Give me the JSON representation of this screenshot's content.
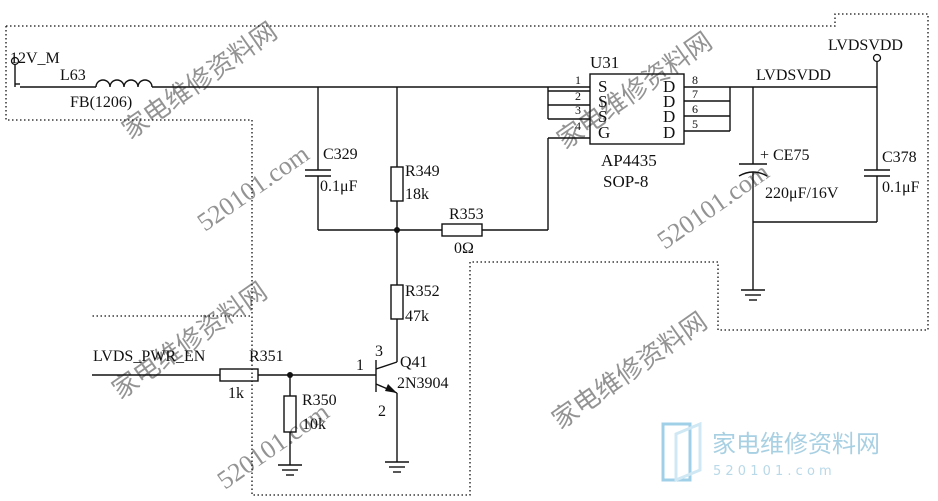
{
  "nets": {
    "input": "12V_M",
    "output_port": "LVDSVDD",
    "output_rail": "LVDSVDD",
    "enable": "LVDS_PWR_EN"
  },
  "components": {
    "L63": {
      "ref": "L63",
      "value": "FB(1206)"
    },
    "C329": {
      "ref": "C329",
      "value": "0.1μF"
    },
    "R349": {
      "ref": "R349",
      "value": "18k"
    },
    "R353": {
      "ref": "R353",
      "value": "0Ω"
    },
    "R352": {
      "ref": "R352",
      "value": "47k"
    },
    "R351": {
      "ref": "R351",
      "value": "1k"
    },
    "R350": {
      "ref": "R350",
      "value": "10k"
    },
    "Q41": {
      "ref": "Q41",
      "value": "2N3904",
      "pin_base": "1",
      "pin_collector": "3",
      "pin_emitter": "2"
    },
    "U31": {
      "ref": "U31",
      "part": "AP4435",
      "package": "SOP-8",
      "left_pins": [
        "1",
        "2",
        "3",
        "4"
      ],
      "left_labels": [
        "S",
        "S",
        "S",
        "G"
      ],
      "right_pins": [
        "8",
        "7",
        "6",
        "5"
      ],
      "right_labels": [
        "D",
        "D",
        "D",
        "D"
      ]
    },
    "CE75": {
      "ref": "CE75",
      "value": "220μF/16V",
      "polarity": "+"
    },
    "C378": {
      "ref": "C378",
      "value": "0.1μF"
    }
  },
  "watermark": {
    "text": "家电维修资料网",
    "url": "520101.com",
    "logo_text": "家电维修资料网",
    "logo_url": "5 2 0 1 0 1 . c o m"
  }
}
